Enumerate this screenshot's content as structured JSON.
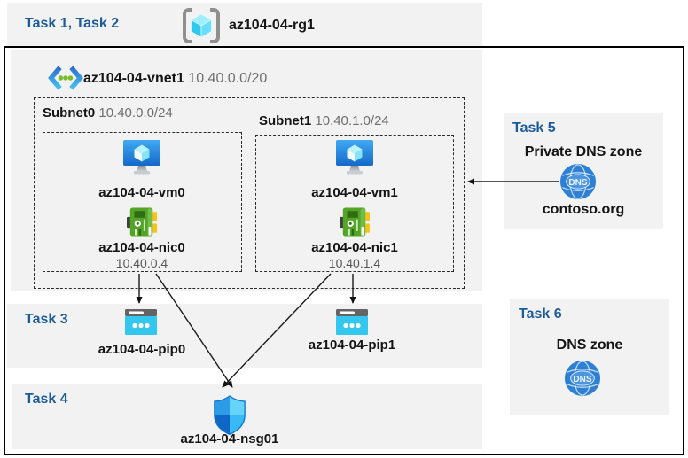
{
  "header": {
    "task_label": "Task 1, Task 2",
    "resource_group": "az104-04-rg1"
  },
  "vnet": {
    "name": "az104-04-vnet1",
    "cidr": "10.40.0.0/20"
  },
  "subnets": [
    {
      "name": "Subnet0",
      "cidr": "10.40.0.0/24",
      "vm": "az104-04-vm0",
      "nic": "az104-04-nic0",
      "ip": "10.40.0.4"
    },
    {
      "name": "Subnet1",
      "cidr": "10.40.1.0/24",
      "vm": "az104-04-vm1",
      "nic": "az104-04-nic1",
      "ip": "10.40.1.4"
    }
  ],
  "task3": {
    "label": "Task 3",
    "pip0": "az104-04-pip0",
    "pip1": "az104-04-pip1"
  },
  "task4": {
    "label": "Task 4",
    "nsg": "az104-04-nsg01"
  },
  "task5": {
    "label": "Task 5",
    "title": "Private DNS zone",
    "zone_name": "contoso.org",
    "dns_badge": "DNS"
  },
  "task6": {
    "label": "Task 6",
    "title": "DNS zone",
    "dns_badge": "DNS"
  },
  "icons": {
    "resource-group-icon": "azure resource group (gray brackets, cyan cube)",
    "virtual-network-icon": "azure vnet (blue chevrons, green dots)",
    "virtual-machine-icon": "azure vm (blue monitor with cube)",
    "network-interface-icon": "azure nic (green board, yellow tabs)",
    "public-ip-icon": "azure public ip (cyan browser with dots)",
    "nsg-shield-icon": "azure network security group (quartered blue shield)",
    "dns-globe-icon": "blue globe with DNS text"
  },
  "colors": {
    "accent_blue": "#1C5B99",
    "band_gray": "#F2F2F2",
    "muted_gray": "#6E6E6E",
    "line_black": "#1a1a1a",
    "nic_green": "#54A427",
    "pip_cyan": "#33C6EE",
    "dns_blue": "#2E80D4"
  }
}
